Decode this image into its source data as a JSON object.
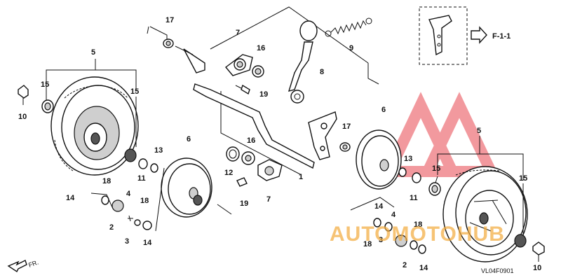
{
  "diagram": {
    "callouts": {
      "p17a": "17",
      "p7a": "7",
      "p16a": "16",
      "p19a": "19",
      "p9": "9",
      "p8": "8",
      "p5a": "5",
      "p15a": "15",
      "p15b": "15",
      "p10a": "10",
      "p6a": "6",
      "p13a": "13",
      "p11a": "11",
      "p12": "12",
      "p16b": "16",
      "p19b": "19",
      "p7b": "7",
      "p1": "1",
      "p17b": "17",
      "p14a": "14",
      "p18a": "18",
      "p4a": "4",
      "p2a": "2",
      "p18b": "18",
      "p3a": "3",
      "p14b": "14",
      "p6b": "6",
      "p13b": "13",
      "p11b": "11",
      "p5b": "5",
      "p15c": "15",
      "p15d": "15",
      "p14c": "14",
      "p4b": "4",
      "p3b": "3",
      "p18c": "18",
      "p18d": "18",
      "p2b": "2",
      "p14d": "14",
      "p10b": "10"
    },
    "reference": "F-1-1",
    "front_label": "FR.",
    "figure_code": "VL04F0901",
    "watermark": "AUTOMOTOHUB"
  },
  "colors": {
    "ink": "#111111",
    "watermark_red": "#e8474f",
    "watermark_orange": "#f2a93b"
  }
}
